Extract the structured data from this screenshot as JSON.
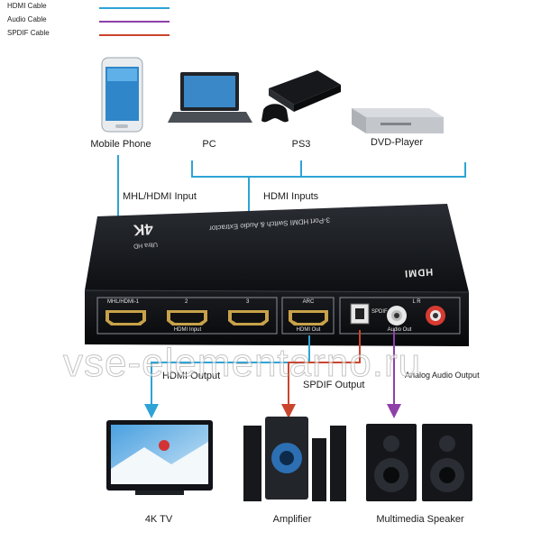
{
  "legend": {
    "hdmi": {
      "label": "HDMI Cable",
      "color": "#2ea3d6"
    },
    "audio": {
      "label": "Audio Cable",
      "color": "#8e3fa8"
    },
    "spdif": {
      "label": "SPDIF Cable",
      "color": "#c9452d"
    }
  },
  "sources": {
    "mobile": "Mobile Phone",
    "pc": "PC",
    "ps3": "PS3",
    "dvd": "DVD-Player"
  },
  "inputs": {
    "mhl": "MHL/HDMI Input",
    "hdmi": "HDMI Inputs"
  },
  "device": {
    "top_text": "3-Port HDMI Switch & Audio Extractor",
    "badge_main": "4K",
    "badge_sub": "Ultra HD",
    "logo": "HDMI",
    "port1": "MHL/HDMI-1",
    "port2": "2",
    "port3": "3",
    "input_group": "HDMI Input",
    "arc": "ARC",
    "hdmi_out": "HDMI Out",
    "spdif": "SPDIF",
    "audio_out": "Audio Out",
    "lr": "L  R"
  },
  "outputs": {
    "hdmi": "HDMI Output",
    "spdif": "SPDIF Output",
    "analog": "Analog Audio Output"
  },
  "sinks": {
    "tv": "4K TV",
    "amp": "Amplifier",
    "speaker": "Multimedia Speaker"
  },
  "watermark": "vse-elementarno.ru"
}
